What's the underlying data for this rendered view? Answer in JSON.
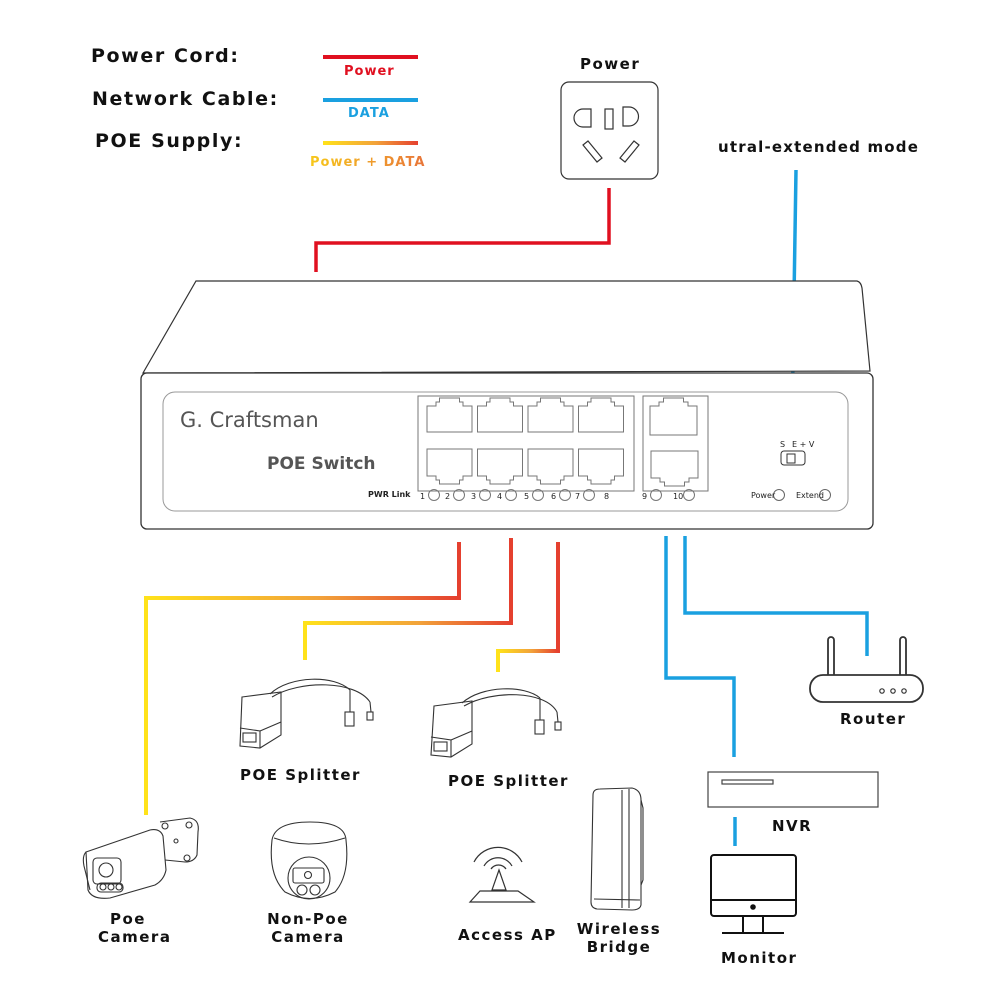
{
  "legend": {
    "items": [
      {
        "title": "Power Cord:",
        "line_label": "Power",
        "type": "power",
        "color": "#e01020"
      },
      {
        "title": "Network Cable:",
        "line_label": "DATA",
        "type": "data",
        "color": "#1aa0e0"
      },
      {
        "title": "POE Supply:",
        "line_label": "Power + DATA",
        "type": "poe",
        "color_start": "#ffe21a",
        "color_end": "#e8463a"
      }
    ]
  },
  "colors": {
    "power": "#e01020",
    "data": "#1aa0e0",
    "poe_start": "#ffe21a",
    "poe_mid": "#f2a33a",
    "poe_end": "#e5402f",
    "outline": "#333333"
  },
  "power_outlet": {
    "label": "Power"
  },
  "extend_mode": {
    "label": "utral-extended mode"
  },
  "switch": {
    "brand": "G. Craftsman",
    "model": "POE Switch",
    "pwr_link_label": "PWR Link",
    "poe_ports": [
      "1",
      "2",
      "3",
      "4",
      "5",
      "6",
      "7",
      "8"
    ],
    "uplink_ports": [
      "9",
      "10"
    ],
    "mode_switch_labels": {
      "s": "S",
      "ev": "E + V"
    },
    "indicators": {
      "power": "Power",
      "extend": "Extend"
    }
  },
  "devices": {
    "poe_camera": {
      "line1": "Poe",
      "line2": "Camera"
    },
    "non_poe_camera": {
      "line1": "Non-Poe",
      "line2": "Camera"
    },
    "splitter_1": {
      "label": "POE Splitter"
    },
    "splitter_2": {
      "label": "POE Splitter"
    },
    "access_ap": {
      "label": "Access AP"
    },
    "wireless_bridge": {
      "line1": "Wireless",
      "line2": "Bridge"
    },
    "router": {
      "label": "Router"
    },
    "nvr": {
      "label": "NVR"
    },
    "monitor": {
      "label": "Monitor"
    }
  }
}
